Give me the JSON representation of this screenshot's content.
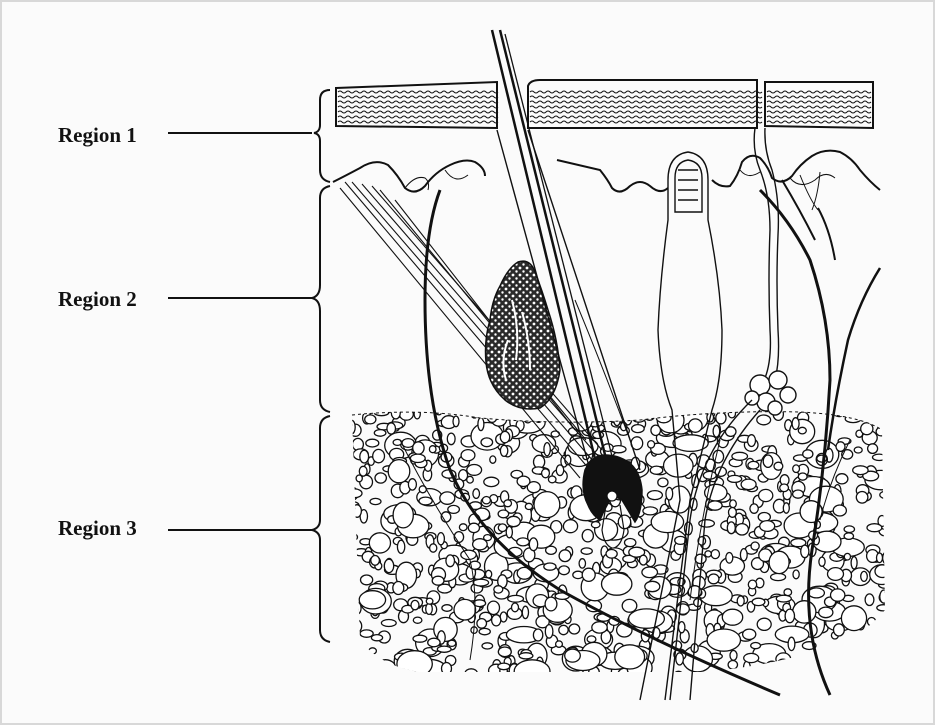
{
  "regions": [
    {
      "label": "Region 1"
    },
    {
      "label": "Region 2"
    },
    {
      "label": "Region 3"
    }
  ],
  "colors": {
    "line": "#111111",
    "background": "#fbfbfb",
    "border": "#cfcfcf"
  }
}
